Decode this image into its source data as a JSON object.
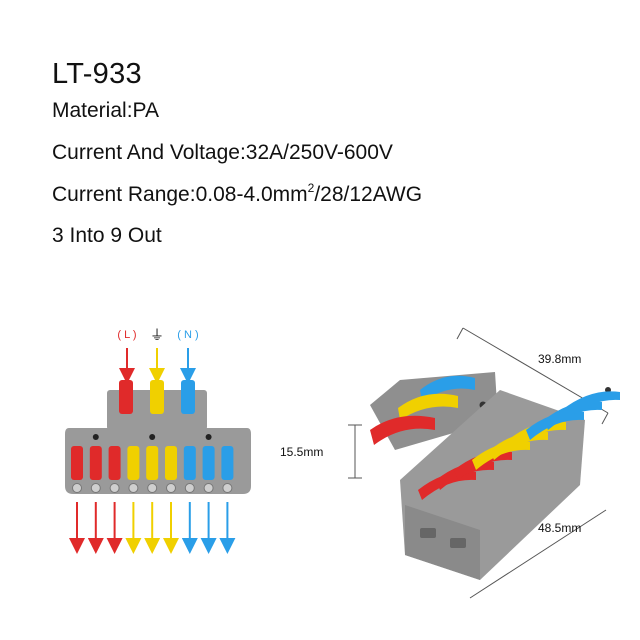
{
  "title": "LT-933",
  "specs": {
    "material": "Material:PA",
    "voltage": "Current And Voltage:32A/250V-600V",
    "range_prefix": "Current Range:0.08-4.0mm",
    "range_sup": "2",
    "range_suffix": "/28/12AWG",
    "io": "3 Into 9 Out"
  },
  "front_view": {
    "inputs": [
      {
        "label": "( L )",
        "color": "#e02a2a"
      },
      {
        "label": "⏚",
        "color": "#f0d000"
      },
      {
        "label": "( N )",
        "color": "#2a9ee8"
      }
    ],
    "output_colors": [
      "#e02a2a",
      "#e02a2a",
      "#e02a2a",
      "#f0d000",
      "#f0d000",
      "#f0d000",
      "#2a9ee8",
      "#2a9ee8",
      "#2a9ee8"
    ],
    "levers": [
      "red",
      "red",
      "red",
      "yellow",
      "yellow",
      "yellow",
      "blue",
      "blue",
      "blue"
    ]
  },
  "dimensions": {
    "top": "39.8mm",
    "height": "15.5mm",
    "bottom": "48.5mm"
  },
  "colors": {
    "red": "#e02a2a",
    "yellow": "#f0d000",
    "blue": "#2a9ee8",
    "housing": "#9a9a9a",
    "housing_dark": "#7e7e7e"
  }
}
